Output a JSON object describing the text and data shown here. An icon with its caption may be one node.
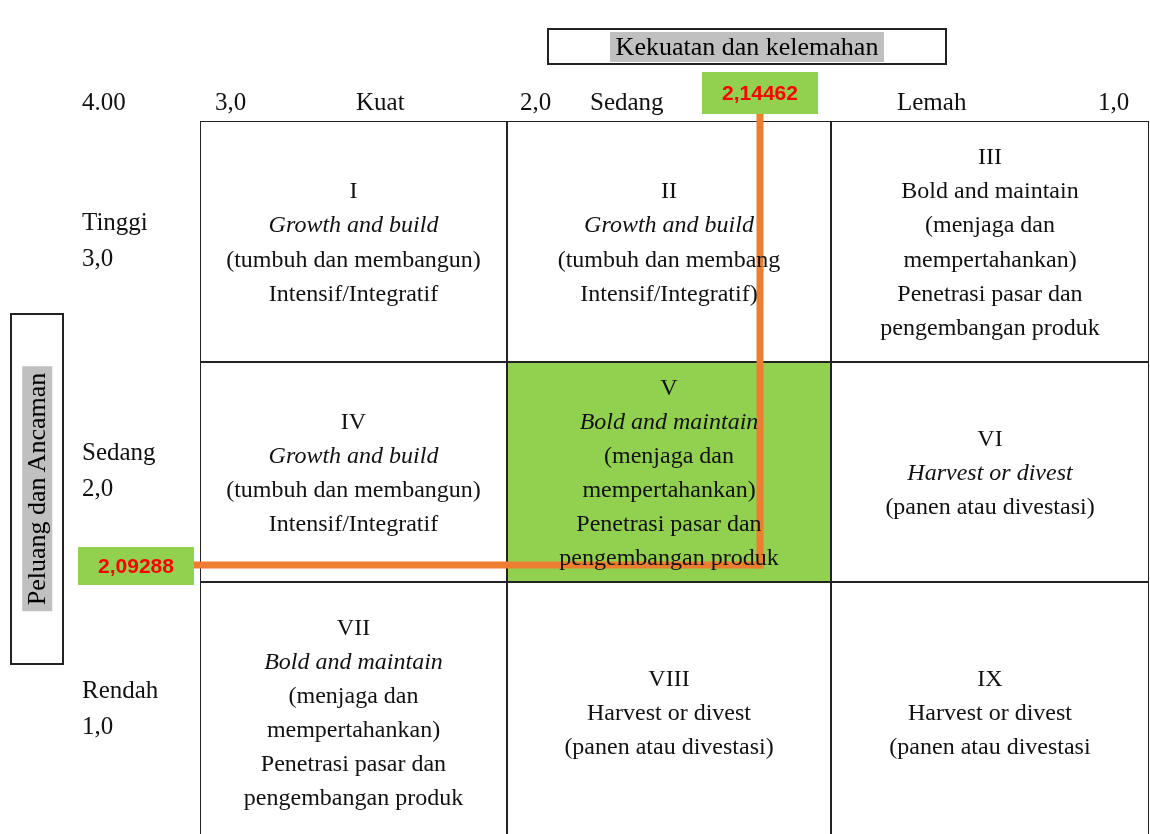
{
  "diagram": {
    "nodes": [
      {
        "text": [
          "Kekuatan dan kelemahan"
        ]
      },
      {
        "text": [
          "2,14462"
        ]
      },
      {
        "text": [
          "Peluang dan Ancaman"
        ]
      },
      {
        "text": [
          "I",
          "Growth and build",
          "(tumbuh dan membangun)",
          "Intensif/Integratif"
        ]
      },
      {
        "text": [
          "II",
          "Growth and build",
          "(tumbuh dan membang",
          "Intensif/Integratif)"
        ]
      },
      {
        "text": [
          "III",
          "Bold and maintain",
          "(menjaga dan mempertahankan)",
          "Penetrasi pasar dan pengembangan produk"
        ]
      },
      {
        "text": [
          "IV",
          "Growth and build",
          "(tumbuh dan membangun)",
          "Intensif/Integratif"
        ]
      },
      {
        "text": [
          "V",
          "Bold and maintain",
          "(menjaga dan mempertahankan)",
          "Penetrasi pasar dan pengembangan produk"
        ]
      },
      {
        "text": [
          "VI",
          "Harvest or divest",
          "(panen atau divestasi)"
        ]
      },
      {
        "text": [
          "VII",
          "Bold and maintain",
          "(menjaga dan mempertahankan)",
          "Penetrasi pasar dan pengembangan produk"
        ]
      },
      {
        "text": [
          "VIII",
          "Harvest or divest",
          "(panen atau divestasi)"
        ]
      },
      {
        "text": [
          "IX",
          "Harvest or divest",
          "(panen atau divestasi"
        ]
      },
      {
        "text": [
          "2,09288"
        ]
      }
    ],
    "edges": [
      {
        "from": 1,
        "to": 7,
        "arrow": "none",
        "color": "#ed7d31"
      },
      {
        "from": 12,
        "to": 7,
        "arrow": "none",
        "color": "#ed7d31"
      }
    ],
    "labels": [
      "4.00",
      "3,0",
      "Kuat",
      "2,0",
      "Sedang",
      "Lemah",
      "1,0",
      "Tinggi",
      "3,0",
      "Sedang",
      "2,0",
      "Rendah",
      "1,0"
    ]
  }
}
